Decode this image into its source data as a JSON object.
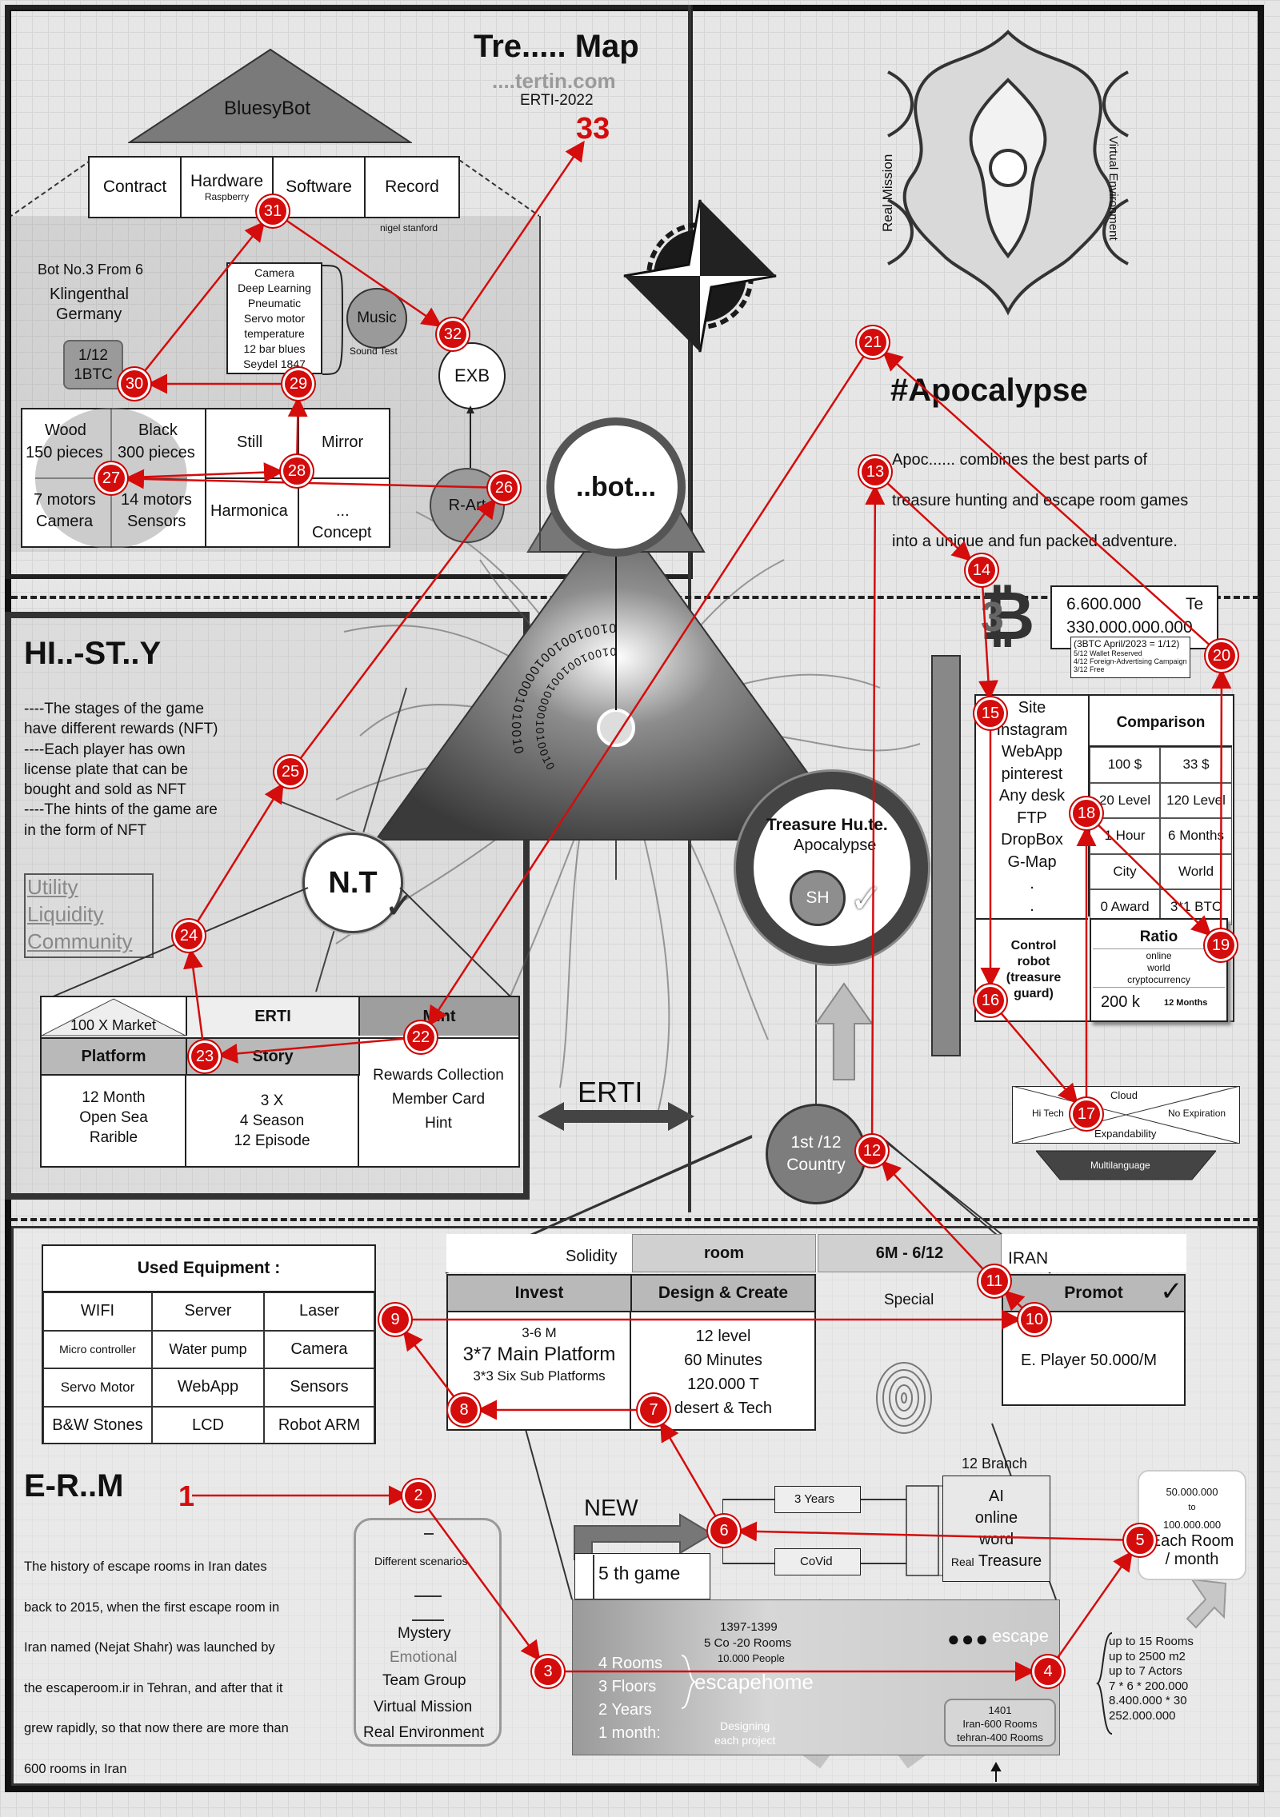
{
  "title": "Tre..... Map",
  "subtitle": "....tertin.com",
  "edition": "ERTI-2022",
  "big_number": "33",
  "bluesybot": {
    "roof": "BluesyBot",
    "tabs": [
      "Contract",
      "Hardware",
      "Software",
      "Record"
    ],
    "hardware_sub": "Raspberry",
    "credit": "nigel stanford",
    "bot_line": "Bot No.3 From 6",
    "place1": "Klingenthal",
    "place2": "Germany",
    "price1": "1/12",
    "price2": "1BTC",
    "specs": [
      "Camera",
      "Deep Learning",
      "Pneumatic",
      "Servo motor",
      "temperature",
      "12 bar blues",
      "Seydel 1847"
    ],
    "music": "Music",
    "sound_test": "Sound Test",
    "exb": "EXB",
    "grid": {
      "wood": "Wood",
      "wood_sub": "150 pieces",
      "black": "Black",
      "black_sub": "300 pieces",
      "motors7": "7 motors",
      "camera": "Camera",
      "motors14": "14 motors",
      "sensors": "Sensors",
      "still": "Still",
      "mirror": "Mirror",
      "harmonica": "Harmonica",
      "dots": "...",
      "concept": "Concept"
    },
    "r_art": "R-Art"
  },
  "bot_circle": "..bot...",
  "apocalypse": {
    "title": "#Apocalypse",
    "side_left": "Real Mission",
    "side_right": "Virtual Environment",
    "desc1": "Apoc...... combines the best parts of",
    "desc2": "treasure hunting and escape room games",
    "desc3": "into a unique and fun packed adventure."
  },
  "bitcoin": {
    "symbol": "3",
    "amount1": "6.600.000",
    "amount1_unit": "Te",
    "amount2": "330.000.000.000",
    "note": "(3BTC April/2023 = 1/12)",
    "small": [
      "5/12 Wallet Reserved",
      "4/12 Foreign-Advertising Campaign",
      "3/12 Free"
    ]
  },
  "site": {
    "items": [
      "Site",
      "Instagram",
      "WebApp",
      "pinterest",
      "Any desk",
      "FTP",
      "DropBox",
      "G-Map",
      ".",
      "."
    ],
    "control": [
      "Control",
      "robot",
      "(treasure",
      "guard)"
    ]
  },
  "comparison": {
    "header": "Comparison",
    "rows": [
      [
        "100 $",
        "33 $"
      ],
      [
        "20 Level",
        "120 Level"
      ],
      [
        "1 Hour",
        "6 Months"
      ],
      [
        "City",
        "World"
      ],
      [
        "0 Award",
        "3*1 BTC"
      ]
    ]
  },
  "ratio": {
    "header": "Ratio",
    "lines": [
      "online",
      "world",
      "cryptocurrency"
    ],
    "value": "200 k",
    "value_unit": "12 Months"
  },
  "cloud": {
    "top": "Cloud",
    "left": "Hi Tech",
    "right": "No Expiration",
    "bottom": "Expandability",
    "base": "Multilanguage"
  },
  "treasure": {
    "title": "Treasure Hu.te.",
    "sub": "Apocalypse",
    "sh": "SH"
  },
  "country": [
    "1st /12",
    "Country"
  ],
  "nt": "N.T",
  "history": {
    "title": "HI..-ST..Y",
    "lines": [
      "----The stages of the game",
      "have different rewards (NFT)",
      "----Each player has own",
      "license plate that can be",
      "bought and sold as NFT",
      "----The hints of the game are",
      "in the form of NFT"
    ],
    "links": [
      "Utility",
      "Liquidity",
      "Community"
    ]
  },
  "market": {
    "tag": "100 X Market",
    "erti": "ERTI",
    "mint": "Mint",
    "platform": "Platform",
    "story": "Story",
    "col1": [
      "12 Month",
      "Open Sea",
      "Rarible"
    ],
    "col2": [
      "3 X",
      "4 Season",
      "12 Episode"
    ],
    "col3": [
      "Rewards Collection",
      "Member Card",
      "Hint"
    ]
  },
  "erti_arrow": "ERTI",
  "binary_text": "0100100100100001010010",
  "equipment": {
    "title": "Used Equipment :",
    "rows": [
      [
        "WIFI",
        "Server",
        "Laser"
      ],
      [
        "Micro controller",
        "Water pump",
        "Camera"
      ],
      [
        "Servo Motor",
        "WebApp",
        "Sensors"
      ],
      [
        "B&W Stones",
        "LCD",
        "Robot ARM"
      ]
    ]
  },
  "invest": {
    "solidity": "Solidity",
    "room": "room",
    "period": "6M - 6/12",
    "iran": "IRAN",
    "invest": "Invest",
    "design": "Design & Create",
    "special": "Special",
    "promot": "Promot",
    "invest_lines": [
      "3-6 M",
      "3*7 Main Platform",
      "3*3 Six Sub Platforms"
    ],
    "design_lines": [
      "12 level",
      "60 Minutes",
      "120.000 T",
      "desert & Tech"
    ],
    "promot_line": "E. Player 50.000/M"
  },
  "erm": {
    "title": "E-R..M",
    "lines": [
      "The history of escape rooms in Iran dates",
      "back to 2015, when the first escape room in",
      "Iran named (Nejat Shahr) was launched by",
      "the escaperoom.ir in Tehran, and after that it",
      "grew rapidly, so that now there are more than",
      "600 rooms in Iran"
    ]
  },
  "scenarios": [
    "Different scenarios",
    "Mystery",
    "Emotional",
    "Team Group",
    "Virtual Mission",
    "Real Environment"
  ],
  "new_label": "NEW",
  "fifth_game": "5 th game",
  "branch": {
    "title": "12 Branch",
    "lines": [
      "AI",
      "online",
      "word"
    ],
    "real": "Real",
    "treasure": "Treasure",
    "years": "3 Years",
    "covid": "CoVid"
  },
  "each_room": [
    "50.000.000",
    "to",
    "100.000.000",
    "Each Room",
    "/ month"
  ],
  "escapehome": {
    "years": "1397-1399",
    "co": "5 Co -20 Rooms",
    "people": "10.000 People",
    "stats": [
      "4 Rooms",
      "3 Floors",
      "2 Years",
      "1 month:"
    ],
    "brand": "escapehome",
    "designing": "Designing",
    "each_project": "each project",
    "escape": "escape",
    "rooms_box": [
      "1401",
      "Iran-600 Rooms",
      "tehran-400 Rooms"
    ]
  },
  "upto": [
    "up to 15 Rooms",
    "up to 2500 m2",
    "up to 7 Actors",
    "7 * 6 * 200.000",
    "8.400.000 * 30",
    "252.000.000"
  ],
  "start_number": "1",
  "badges": [
    "1",
    "2",
    "3",
    "4",
    "5",
    "6",
    "7",
    "8",
    "9",
    "10",
    "11",
    "12",
    "13",
    "14",
    "15",
    "16",
    "17",
    "18",
    "19",
    "20",
    "21",
    "22",
    "23",
    "24",
    "25",
    "26",
    "27",
    "28",
    "29",
    "30",
    "31",
    "32"
  ]
}
